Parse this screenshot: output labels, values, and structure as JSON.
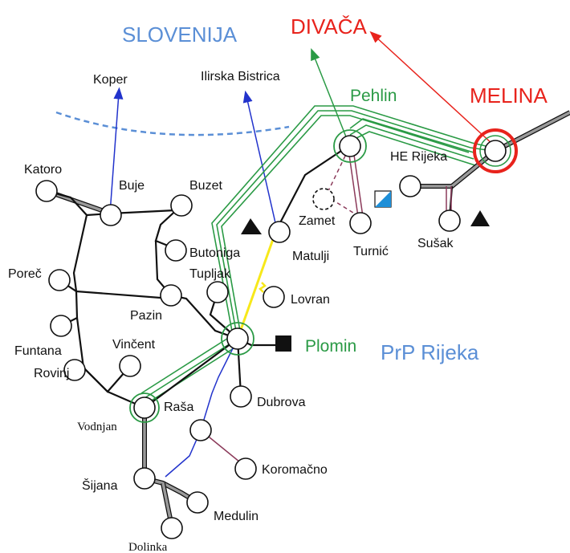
{
  "labels": {
    "slovenija": "SLOVENIJA",
    "divaca": "DIVAČA",
    "melina": "MELINA",
    "pehlin": "Pehlin",
    "koper": "Koper",
    "ilirska_bistrica": "Ilirska Bistrica",
    "katoro": "Katoro",
    "buje": "Buje",
    "buzet": "Buzet",
    "he_rijeka": "HE Rijeka",
    "zamet": "Zamet",
    "turnic": "Turnić",
    "susak": "Sušak",
    "matulji": "Matulji",
    "butoniga": "Butoniga",
    "tupljak": "Tupljak",
    "porec": "Poreč",
    "pazin": "Pazin",
    "lovran": "Lovran",
    "funtana": "Funtana",
    "vincent": "Vinčent",
    "plomin": "Plomin",
    "prp_rijeka": "PrP Rijeka",
    "rovinj": "Rovinj",
    "dubrova": "Dubrova",
    "vodnjan": "Vodnjan",
    "rasa": "Raša",
    "koromacno": "Koromačno",
    "sijana": "Šijana",
    "medulin": "Medulin",
    "dolinka": "Dolinka"
  },
  "colors": {
    "red": "#e8231c",
    "green": "#2a9a45",
    "blue": "#2233cc",
    "lightblue": "#5b8fd6",
    "yellow": "#f7e81a",
    "gray": "#8a8a8a",
    "black": "#111111",
    "maroon": "#8b3a5a"
  }
}
